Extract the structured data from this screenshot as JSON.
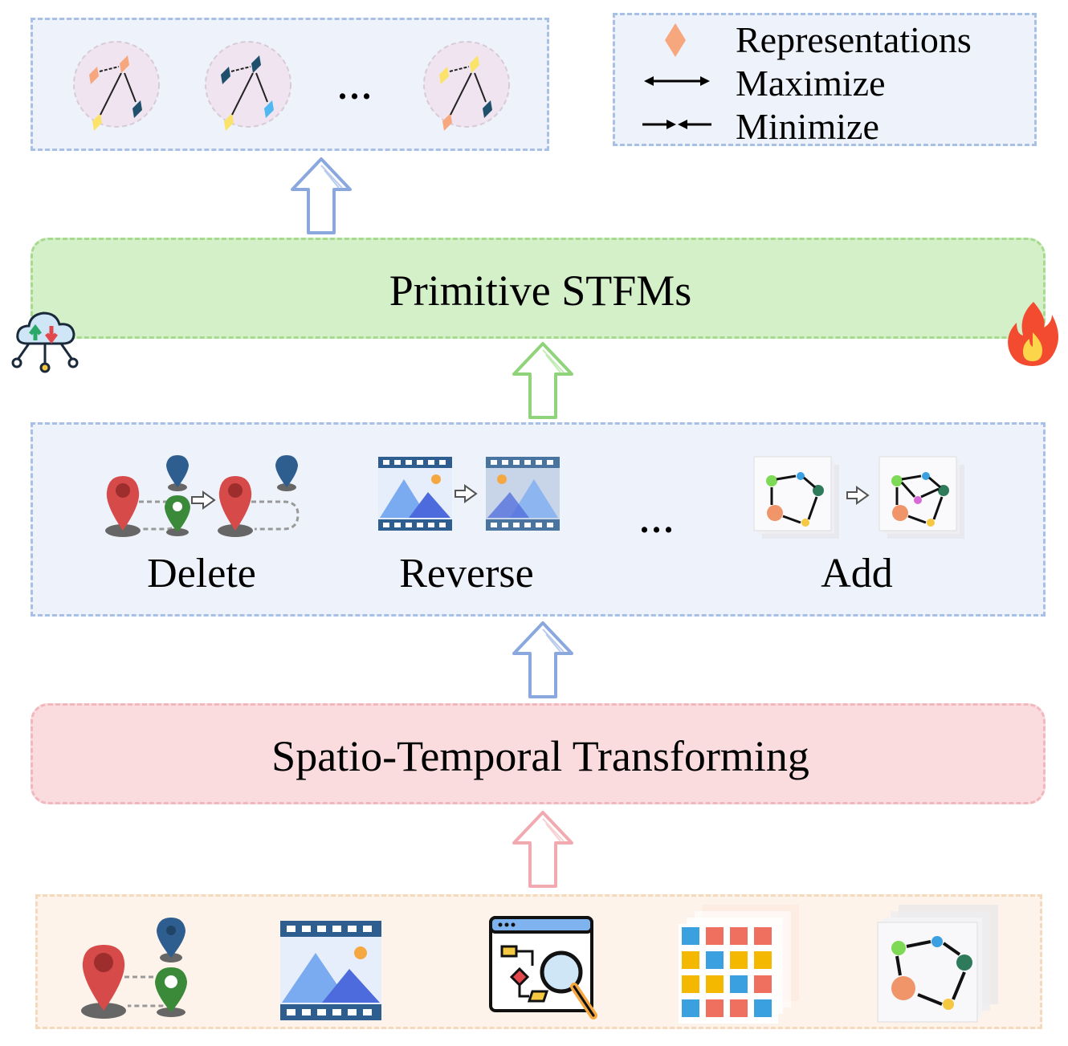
{
  "legend": {
    "representations": "Representations",
    "maximize": "Maximize",
    "minimize": "Minimize"
  },
  "top_panel": {
    "ellipsis": "..."
  },
  "model": {
    "title": "Primitive STFMs"
  },
  "operations": {
    "items": [
      "Delete",
      "Reverse",
      "Add"
    ],
    "ellipsis": "..."
  },
  "transform": {
    "title": "Spatio-Temporal Transforming"
  },
  "colors": {
    "blue_outline": "#a9c0e6",
    "green_fill": "#d3f0c9",
    "pink_fill": "#fadcdf",
    "peach_fill": "#fdf3ea",
    "representation": "#f7a77e"
  },
  "icons": {
    "top_graphs": [
      "graph-peach-icon",
      "graph-navy-icon",
      "graph-yellow-icon"
    ],
    "side": [
      "cloud-network-icon",
      "flame-icon"
    ],
    "inputs": [
      "trajectory-pins-icon",
      "video-frame-icon",
      "flowchart-search-icon",
      "grid-stack-icon",
      "graph-cube-icon"
    ]
  }
}
